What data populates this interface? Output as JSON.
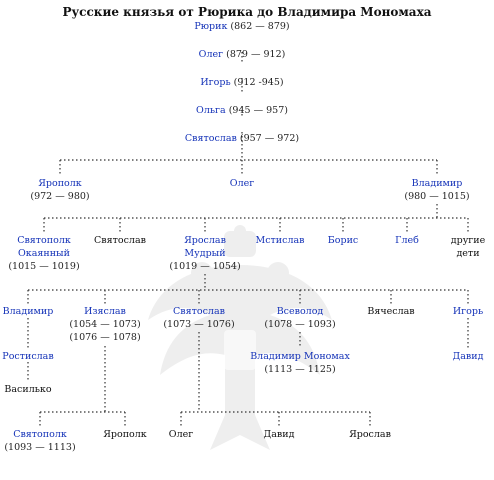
{
  "title": "Русские князья от Рюрика до Владимира Мономаха",
  "colors": {
    "link": "#1533b8",
    "text": "#111111",
    "connector": "#333333"
  },
  "nodes": {
    "rurik": {
      "name": "Рюрик",
      "dates": "(862 — 879)"
    },
    "oleg_veshchy": {
      "name": "Олег",
      "dates": "(879 — 912)"
    },
    "igor": {
      "name": "Игорь",
      "dates": "(912  -945)"
    },
    "olga": {
      "name": "Ольга",
      "dates": "(945 — 957)"
    },
    "svyatoslav": {
      "name": "Святослав",
      "dates": "(957 — 972)"
    },
    "yaropolk": {
      "name": "Ярополк",
      "dates": "(972 — 980)"
    },
    "oleg_drevl": {
      "name": "Олег"
    },
    "vladimir": {
      "name": "Владимир",
      "dates": "(980 — 1015)"
    },
    "svyatopolk_okayanny": {
      "name1": "Святополк",
      "name2": "Окаянный",
      "dates": "(1015 — 1019)"
    },
    "svyatoslav_v": {
      "name": "Святослав"
    },
    "yaroslav": {
      "name1": "Ярослав",
      "name2": "Мудрый",
      "dates": "(1019 — 1054)"
    },
    "mstislav": {
      "name": "Мстислав"
    },
    "boris": {
      "name": "Борис"
    },
    "gleb": {
      "name": "Глеб"
    },
    "other_children": {
      "line1": "другие",
      "line2": "дети"
    },
    "vladimir_ya": {
      "name": "Владимир"
    },
    "izyaslav": {
      "name": "Изяслав",
      "dates1": "(1054 — 1073)",
      "dates2": "(1076 — 1078)"
    },
    "svyatoslav_ya": {
      "name": "Святослав",
      "dates": "(1073 — 1076)"
    },
    "vsevolod": {
      "name": "Всеволод",
      "dates": "(1078 — 1093)"
    },
    "vyacheslav": {
      "name": "Вячеслав"
    },
    "igor_ya": {
      "name": "Игорь"
    },
    "rostislav": {
      "name": "Ростислав"
    },
    "vladimir_monomakh": {
      "name": "Владимир Мономах",
      "dates": "(1113 — 1125)"
    },
    "david_i": {
      "name": "Давид"
    },
    "vasilko": {
      "name": "Василько"
    },
    "svyatopolk_iz": {
      "name": "Святополк",
      "dates": "(1093 — 1113)"
    },
    "yaropolk_iz": {
      "name": "Ярополк"
    },
    "oleg_sv": {
      "name": "Олег"
    },
    "david_sv": {
      "name": "Давид"
    },
    "yaroslav_sv": {
      "name": "Ярослав"
    }
  }
}
